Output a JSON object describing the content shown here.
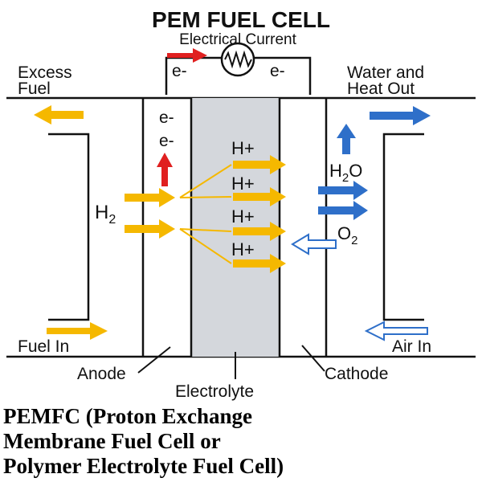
{
  "title": "PEM FUEL CELL",
  "current_label": "Electrical Current",
  "electron_label": "e-",
  "labels": {
    "excess_fuel_1": "Excess",
    "excess_fuel_2": "Fuel",
    "water_heat_1": "Water and",
    "water_heat_2": "Heat Out",
    "fuel_in": "Fuel In",
    "air_in": "Air In",
    "anode": "Anode",
    "electrolyte": "Electrolyte",
    "cathode": "Cathode",
    "hydrogen": "H",
    "hydrogen_sub": "2",
    "proton": "H+",
    "water": "H",
    "water_sub": "2",
    "water_o": "O",
    "oxygen": "O",
    "oxygen_sub": "2"
  },
  "caption": {
    "line1": "PEMFC (Proton Exchange",
    "line2": "Membrane Fuel Cell or",
    "line3": "Polymer Electrolyte Fuel Cell)"
  },
  "colors": {
    "fuel_arrow": "#f5b800",
    "water_arrow": "#2e6fc9",
    "electron_arrow": "#e02020",
    "electrolyte_fill": "#d4d7dc"
  },
  "icons": {
    "resistor": "resistor-zigzag-icon"
  }
}
